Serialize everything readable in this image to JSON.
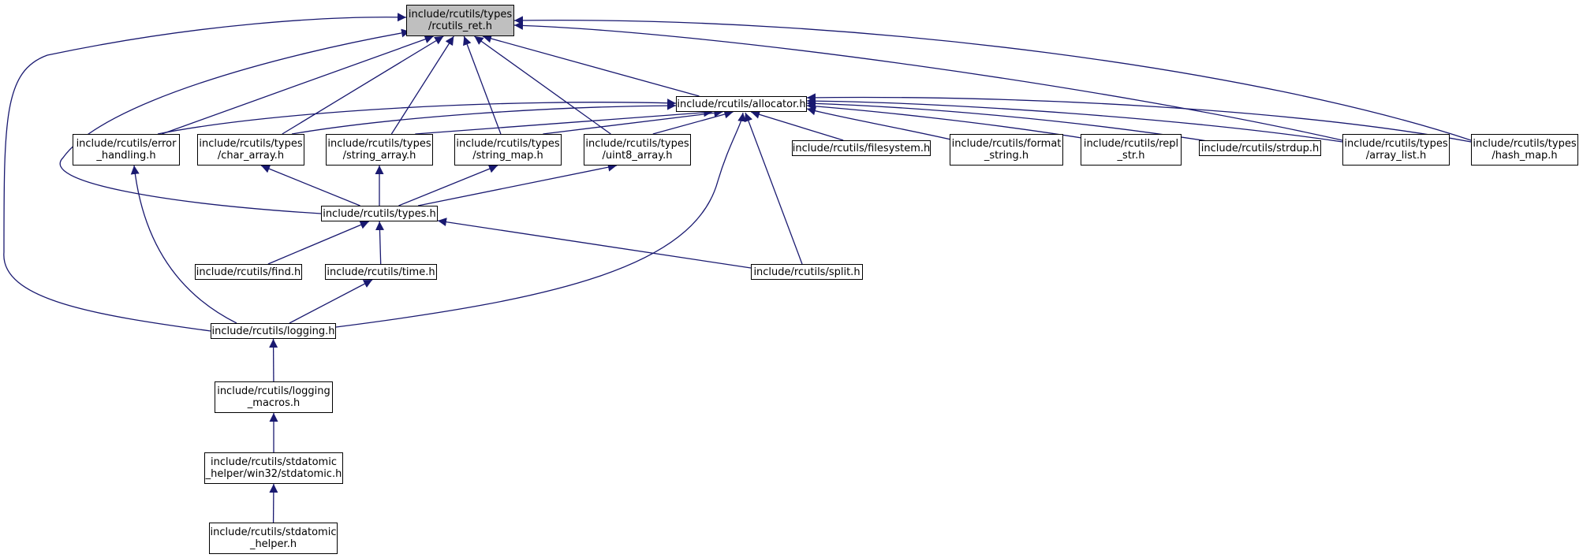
{
  "graph": {
    "edge_color": "#191970",
    "root_fill": "#bfbfbf",
    "nodes": [
      {
        "id": "rcutils_ret",
        "lines": [
          "include/rcutils/types",
          "/rcutils_ret.h"
        ],
        "root": true
      },
      {
        "id": "allocator",
        "lines": [
          "include/rcutils/allocator.h"
        ]
      },
      {
        "id": "error_handling",
        "lines": [
          "include/rcutils/error",
          "_handling.h"
        ]
      },
      {
        "id": "char_array",
        "lines": [
          "include/rcutils/types",
          "/char_array.h"
        ]
      },
      {
        "id": "string_array",
        "lines": [
          "include/rcutils/types",
          "/string_array.h"
        ]
      },
      {
        "id": "string_map",
        "lines": [
          "include/rcutils/types",
          "/string_map.h"
        ]
      },
      {
        "id": "uint8_array",
        "lines": [
          "include/rcutils/types",
          "/uint8_array.h"
        ]
      },
      {
        "id": "filesystem",
        "lines": [
          "include/rcutils/filesystem.h"
        ]
      },
      {
        "id": "format_string",
        "lines": [
          "include/rcutils/format",
          "_string.h"
        ]
      },
      {
        "id": "repl_str",
        "lines": [
          "include/rcutils/repl",
          "_str.h"
        ]
      },
      {
        "id": "strdup",
        "lines": [
          "include/rcutils/strdup.h"
        ]
      },
      {
        "id": "array_list",
        "lines": [
          "include/rcutils/types",
          "/array_list.h"
        ]
      },
      {
        "id": "hash_map",
        "lines": [
          "include/rcutils/types",
          "/hash_map.h"
        ]
      },
      {
        "id": "types",
        "lines": [
          "include/rcutils/types.h"
        ]
      },
      {
        "id": "find",
        "lines": [
          "include/rcutils/find.h"
        ]
      },
      {
        "id": "time",
        "lines": [
          "include/rcutils/time.h"
        ]
      },
      {
        "id": "split",
        "lines": [
          "include/rcutils/split.h"
        ]
      },
      {
        "id": "logging",
        "lines": [
          "include/rcutils/logging.h"
        ]
      },
      {
        "id": "logging_macros",
        "lines": [
          "include/rcutils/logging",
          "_macros.h"
        ]
      },
      {
        "id": "stdatomic_win32",
        "lines": [
          "include/rcutils/stdatomic",
          "_helper/win32/stdatomic.h"
        ]
      },
      {
        "id": "stdatomic_helper",
        "lines": [
          "include/rcutils/stdatomic",
          "_helper.h"
        ]
      }
    ],
    "edges": [
      [
        "allocator",
        "rcutils_ret"
      ],
      [
        "error_handling",
        "rcutils_ret"
      ],
      [
        "char_array",
        "rcutils_ret"
      ],
      [
        "string_array",
        "rcutils_ret"
      ],
      [
        "string_map",
        "rcutils_ret"
      ],
      [
        "uint8_array",
        "rcutils_ret"
      ],
      [
        "array_list",
        "rcutils_ret"
      ],
      [
        "hash_map",
        "rcutils_ret"
      ],
      [
        "types",
        "rcutils_ret"
      ],
      [
        "logging",
        "rcutils_ret"
      ],
      [
        "error_handling",
        "allocator"
      ],
      [
        "char_array",
        "allocator"
      ],
      [
        "string_array",
        "allocator"
      ],
      [
        "string_map",
        "allocator"
      ],
      [
        "uint8_array",
        "allocator"
      ],
      [
        "filesystem",
        "allocator"
      ],
      [
        "format_string",
        "allocator"
      ],
      [
        "repl_str",
        "allocator"
      ],
      [
        "strdup",
        "allocator"
      ],
      [
        "array_list",
        "allocator"
      ],
      [
        "hash_map",
        "allocator"
      ],
      [
        "logging",
        "allocator"
      ],
      [
        "split",
        "allocator"
      ],
      [
        "types",
        "char_array"
      ],
      [
        "types",
        "string_array"
      ],
      [
        "types",
        "string_map"
      ],
      [
        "types",
        "uint8_array"
      ],
      [
        "find",
        "types"
      ],
      [
        "time",
        "types"
      ],
      [
        "split",
        "types"
      ],
      [
        "logging",
        "error_handling"
      ],
      [
        "logging",
        "time"
      ],
      [
        "logging_macros",
        "logging"
      ],
      [
        "stdatomic_win32",
        "logging_macros"
      ],
      [
        "stdatomic_helper",
        "stdatomic_win32"
      ]
    ]
  }
}
